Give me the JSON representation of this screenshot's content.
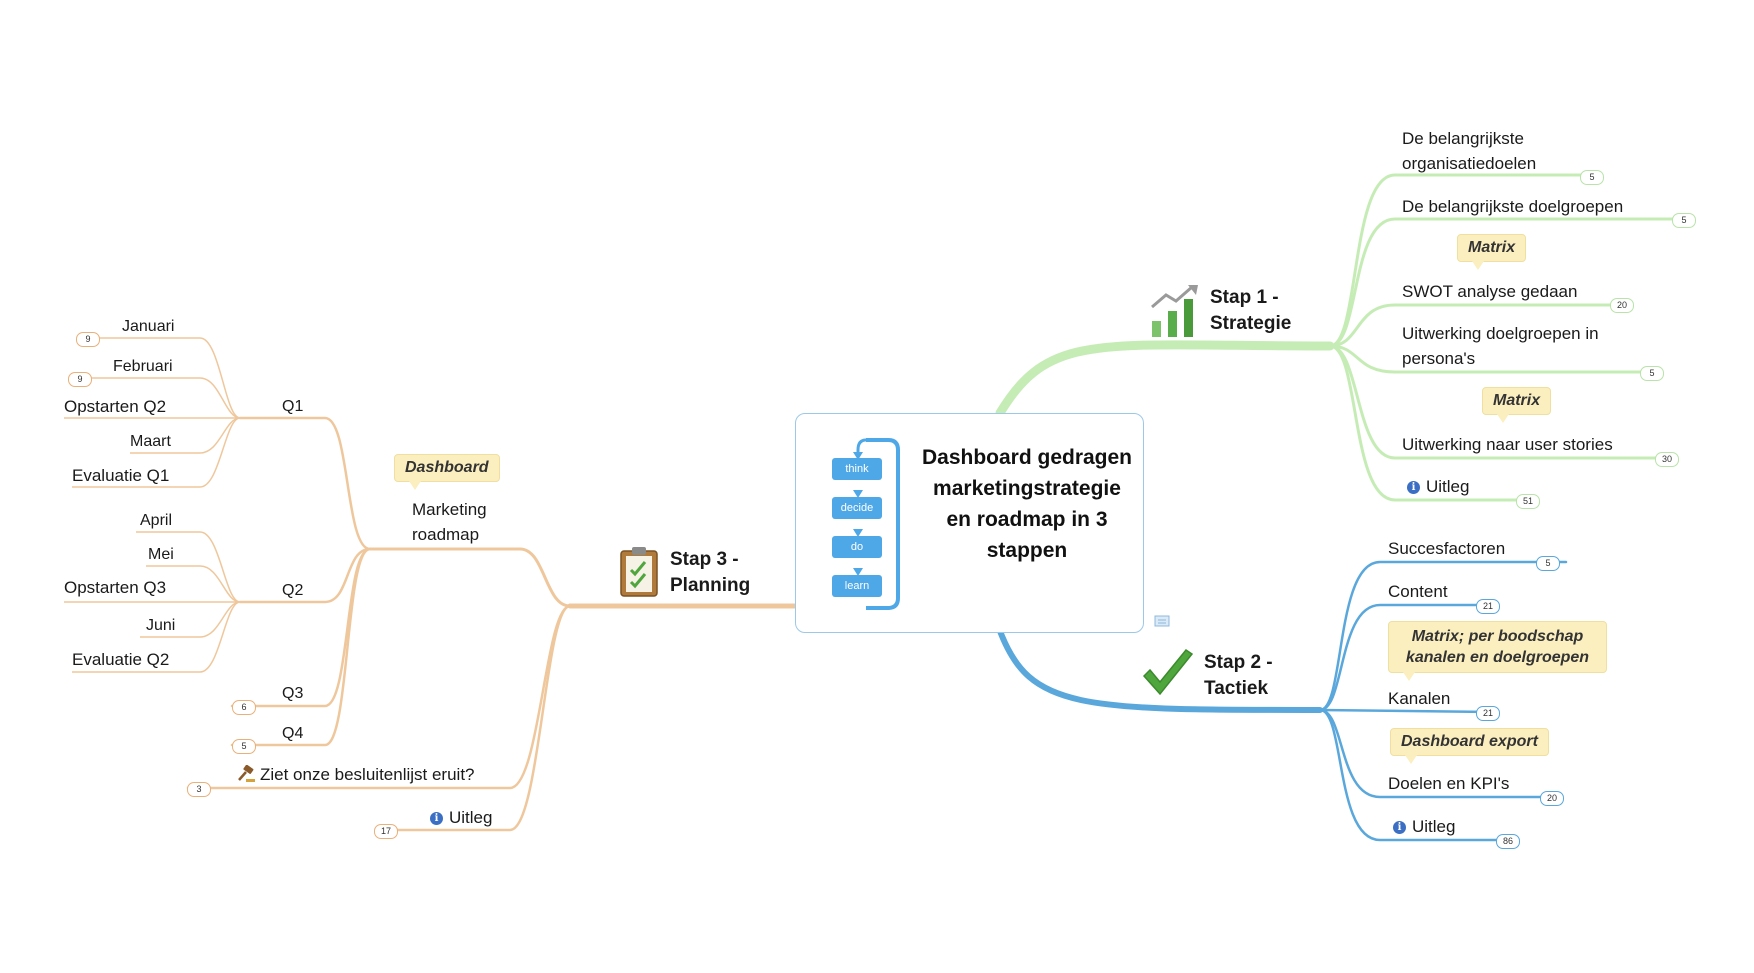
{
  "central": {
    "title": "Dashboard gedragen marketingstrategie en roadmap in 3 stappen",
    "cycle": [
      "think",
      "decide",
      "do",
      "learn"
    ]
  },
  "stap1": {
    "label": "Stap 1 - Strategie",
    "items": [
      {
        "text": "De belangrijkste organisatiedoelen",
        "count": "5"
      },
      {
        "text": "De belangrijkste doelgroepen",
        "count": "5"
      },
      {
        "text": "SWOT analyse gedaan",
        "count": "20",
        "note": "Matrix"
      },
      {
        "text": "Uitwerking doelgroepen in persona's",
        "count": "5"
      },
      {
        "text": "Uitwerking naar user stories",
        "count": "30",
        "note": "Matrix"
      },
      {
        "text": "Uitleg",
        "count": "51"
      }
    ]
  },
  "stap2": {
    "label": "Stap 2 - Tactiek",
    "items": [
      {
        "text": "Succesfactoren",
        "count": "5"
      },
      {
        "text": "Content",
        "count": "21"
      },
      {
        "text": "Kanalen",
        "count": "21",
        "note": "Matrix; per boodschap kanalen en doelgroepen"
      },
      {
        "text": "Doelen en KPI's",
        "count": "20",
        "note": "Dashboard export"
      },
      {
        "text": "Uitleg",
        "count": "86"
      }
    ]
  },
  "stap3": {
    "label": "Stap 3 - Planning",
    "roadmap": {
      "text": "Marketing roadmap",
      "note": "Dashboard"
    },
    "q1": {
      "label": "Q1",
      "items": [
        {
          "text": "Januari",
          "count": "9"
        },
        {
          "text": "Februari",
          "count": "9"
        },
        {
          "text": "Opstarten Q2"
        },
        {
          "text": "Maart"
        },
        {
          "text": "Evaluatie Q1"
        }
      ]
    },
    "q2": {
      "label": "Q2",
      "items": [
        {
          "text": "April"
        },
        {
          "text": "Mei"
        },
        {
          "text": "Opstarten Q3"
        },
        {
          "text": "Juni"
        },
        {
          "text": "Evaluatie Q2"
        }
      ]
    },
    "q3": {
      "label": "Q3",
      "count": "6"
    },
    "q4": {
      "label": "Q4",
      "count": "5"
    },
    "besluiten": {
      "text": "Ziet onze besluitenlijst eruit?",
      "count": "3"
    },
    "uitleg": {
      "text": "Uitleg",
      "count": "17"
    }
  },
  "colors": {
    "green": "#c6ecb6",
    "blue": "#5aa7dc",
    "orange": "#efc79c"
  },
  "icons": [
    "growth-chart-icon",
    "checkmark-icon",
    "clipboard-icon",
    "info-icon",
    "gavel-icon",
    "note-icon"
  ]
}
